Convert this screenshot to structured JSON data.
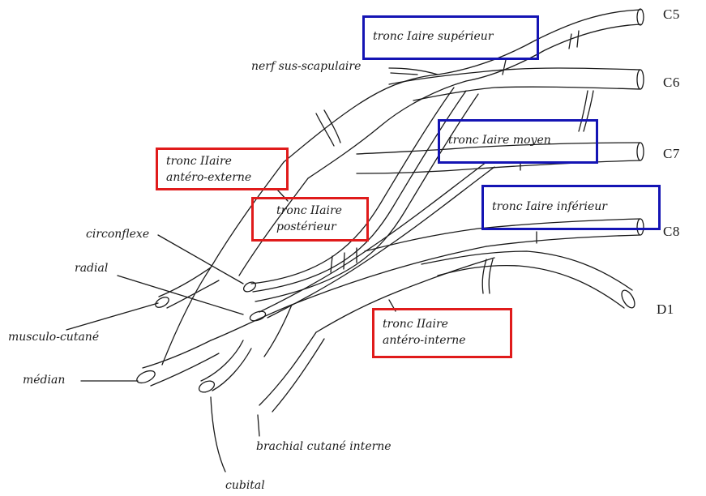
{
  "colors": {
    "primary_trunk_box": "#1414b4",
    "secondary_trunk_box": "#e01b1b",
    "nerve_stroke": "#1a1a1a"
  },
  "roots": {
    "c5": "C5",
    "c6": "C6",
    "c7": "C7",
    "c8": "C8",
    "d1": "D1"
  },
  "primary_trunks": {
    "superior": "tronc Iaire supérieur",
    "middle": "tronc Iaire moyen",
    "inferior": "tronc Iaire  inférieur"
  },
  "secondary_trunks": {
    "anterolateral": {
      "line1": "tronc IIaire",
      "line2": "antéro-externe"
    },
    "posterior": {
      "line1": "tronc IIaire",
      "line2": "postérieur"
    },
    "anteromedial": {
      "line1": "tronc IIaire",
      "line2": "antéro-interne"
    }
  },
  "nerves": {
    "suprascapular": "nerf sus-scapulaire",
    "axillary": "circonflexe",
    "radial": "radial",
    "musculocutaneous": "musculo-cutané",
    "median": "médian",
    "ulnar": "cubital",
    "medial_cutaneous": "brachial cutané interne"
  }
}
